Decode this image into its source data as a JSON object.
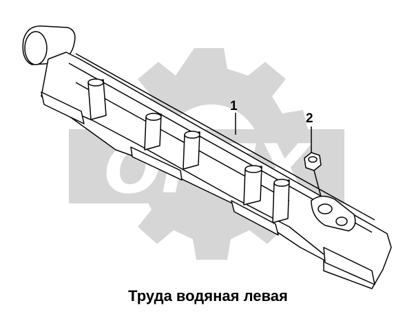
{
  "callouts": [
    {
      "label": "1"
    },
    {
      "label": "2"
    }
  ],
  "watermark": {
    "text": "OPEX",
    "color": "#d6d6d6"
  },
  "caption": "Труда водяная левая",
  "colors": {
    "line": "#000000",
    "watermark": "#d6d6d6",
    "background": "#ffffff"
  }
}
